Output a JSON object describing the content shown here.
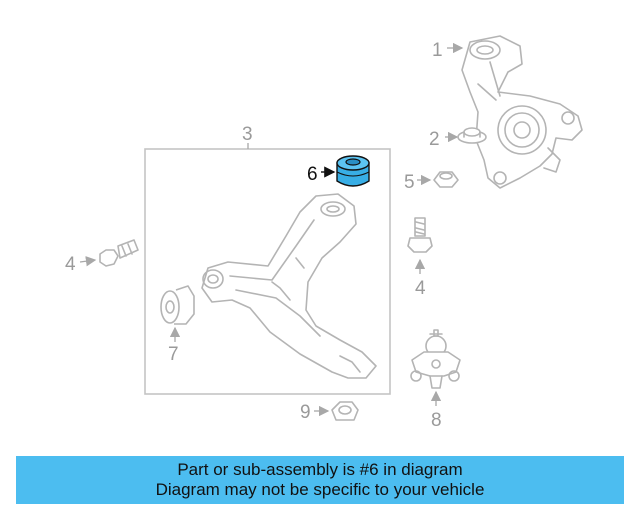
{
  "callouts": {
    "c1": "1",
    "c2": "2",
    "c3": "3",
    "c4_left": "4",
    "c4_right": "4",
    "c5": "5",
    "c6": "6",
    "c7": "7",
    "c8": "8",
    "c9": "9"
  },
  "highlight": {
    "part_number": "6",
    "color": "#38aee6"
  },
  "banner": {
    "line1": "Part or sub-assembly is #6 in diagram",
    "line2": "Diagram may not be specific to your vehicle",
    "color": "#4cbdf0"
  }
}
